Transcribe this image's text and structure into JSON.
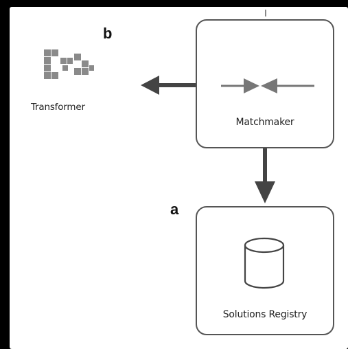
{
  "panels": {
    "a": "a",
    "b": "b"
  },
  "nodes": {
    "matchmaker": {
      "label": "Matchmaker",
      "icon": "converging-arrows-icon"
    },
    "registry": {
      "label": "Solutions Registry",
      "icon": "database-cylinder-icon"
    },
    "transformer": {
      "label": "Transformer",
      "icon": "block-grid-icon"
    }
  },
  "edges": [
    {
      "from": "Matchmaker",
      "to": "Transformer"
    },
    {
      "from": "Matchmaker",
      "to": "Solutions Registry"
    }
  ],
  "colors": {
    "background": "#000000",
    "canvas": "#ffffff",
    "box_border": "#555555",
    "arrow": "#444444",
    "icon_gray": "#8a8a8a"
  }
}
